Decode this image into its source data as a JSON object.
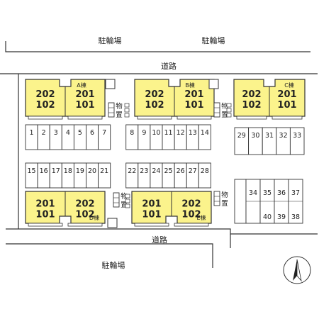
{
  "labels": {
    "bike_parking": "駐輪場",
    "road": "道路",
    "storage": "物置"
  },
  "colors": {
    "building_fill": "#fbf38c",
    "line": "#333333",
    "background": "#ffffff"
  },
  "buildings": [
    {
      "id": "A",
      "label": "A棟",
      "units": [
        "202",
        "102",
        "201",
        "101"
      ]
    },
    {
      "id": "B",
      "label": "B棟",
      "units": [
        "202",
        "102",
        "201",
        "101"
      ]
    },
    {
      "id": "C",
      "label": "C棟",
      "units": [
        "202",
        "102",
        "201",
        "101"
      ]
    },
    {
      "id": "D",
      "label": "D棟",
      "units": [
        "201",
        "101",
        "202",
        "102"
      ]
    },
    {
      "id": "E",
      "label": "E棟",
      "units": [
        "201",
        "101",
        "202",
        "102"
      ]
    }
  ],
  "parking": {
    "row1": [
      "1",
      "2",
      "3",
      "4",
      "5",
      "6",
      "7",
      "8",
      "9",
      "10",
      "11",
      "12",
      "13",
      "14"
    ],
    "row2": [
      "15",
      "16",
      "17",
      "18",
      "19",
      "20",
      "21",
      "22",
      "23",
      "24",
      "25",
      "26",
      "27",
      "28"
    ],
    "right_top": [
      "29",
      "30",
      "31",
      "32",
      "33"
    ],
    "right_mid": [
      "34",
      "35",
      "36",
      "37"
    ],
    "right_bottom": [
      "40",
      "39",
      "38"
    ]
  },
  "compass": {
    "icon": "north-arrow-icon"
  }
}
